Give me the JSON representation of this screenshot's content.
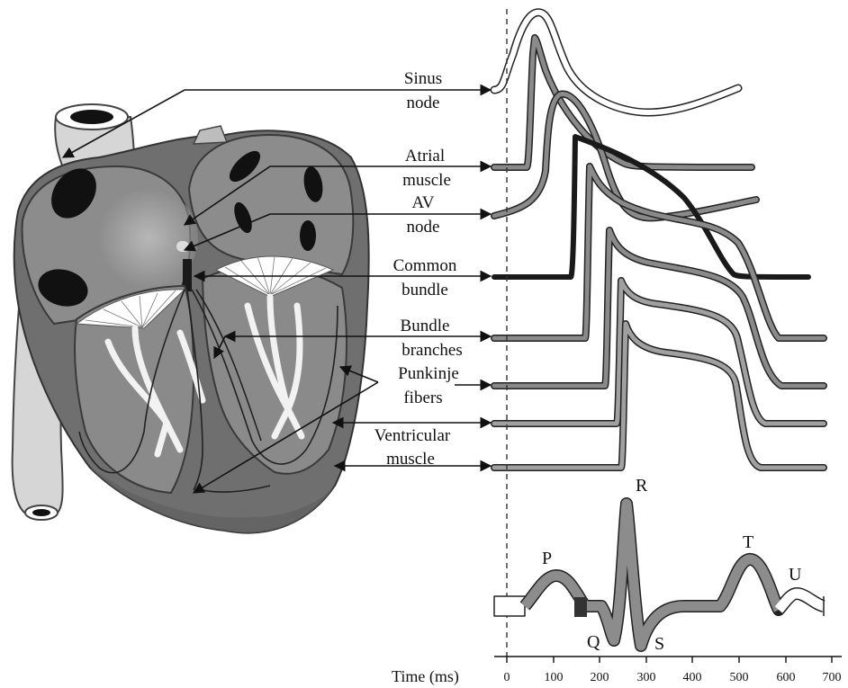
{
  "labels": {
    "sinus": [
      "Sinus",
      "node"
    ],
    "atrial": [
      "Atrial",
      "muscle"
    ],
    "av": [
      "AV",
      "node"
    ],
    "common": [
      "Common",
      "bundle"
    ],
    "branches": [
      "Bundle",
      "branches"
    ],
    "purkinje": [
      "Punkinje",
      "fibers"
    ],
    "ventricular": [
      "Ventricular",
      "muscle"
    ]
  },
  "ecg_waves": {
    "p": "P",
    "q": "Q",
    "r": "R",
    "s": "S",
    "t": "T",
    "u": "U"
  },
  "time_axis": {
    "label": "Time (ms)",
    "ticks": [
      "0",
      "100",
      "200",
      "300",
      "400",
      "500",
      "600",
      "700"
    ]
  }
}
